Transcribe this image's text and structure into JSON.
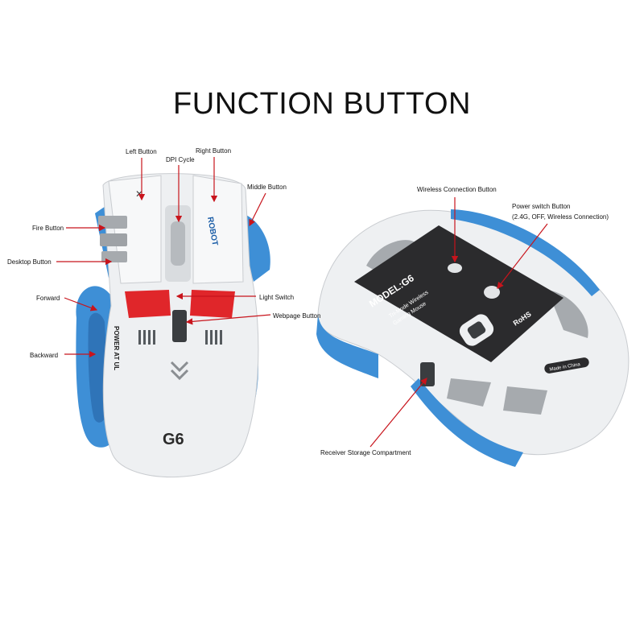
{
  "title": "FUNCTION BUTTON",
  "top_view": {
    "labels": {
      "left_button": "Left Button",
      "right_button": "Right Button",
      "dpi_cycle": "DPI Cycle",
      "middle_button": "Middle Button",
      "fire_button": "Fire Button",
      "desktop_button": "Desktop Button",
      "forward": "Forward",
      "light_switch": "Light Switch",
      "webpage_button": "Webpage Button",
      "backward": "Backward"
    },
    "decals": {
      "robot": "ROBOT",
      "side_text": "POWER AT UL",
      "logo": "G6"
    }
  },
  "bottom_view": {
    "labels": {
      "wireless_connection_button": "Wireless Connection Button",
      "power_switch_button": "Power switch Button",
      "power_switch_modes": "(2.4G, OFF, Wireless Connection)",
      "receiver_storage": "Receiver Storage Compartment"
    },
    "plate": {
      "model": "MODEL:G6",
      "subtitle_1": "Tri-Mode Wireless",
      "subtitle_2": "Gaming Mouse",
      "made_in": "Made in China",
      "rohs": "RoHS"
    }
  },
  "colors": {
    "arrow": "#c8141c",
    "blue": "#3e8fd6",
    "white_body": "#eef0f2",
    "grey": "#a6aaae",
    "red_key": "#e0262a",
    "plate": "#2b2b2d"
  }
}
